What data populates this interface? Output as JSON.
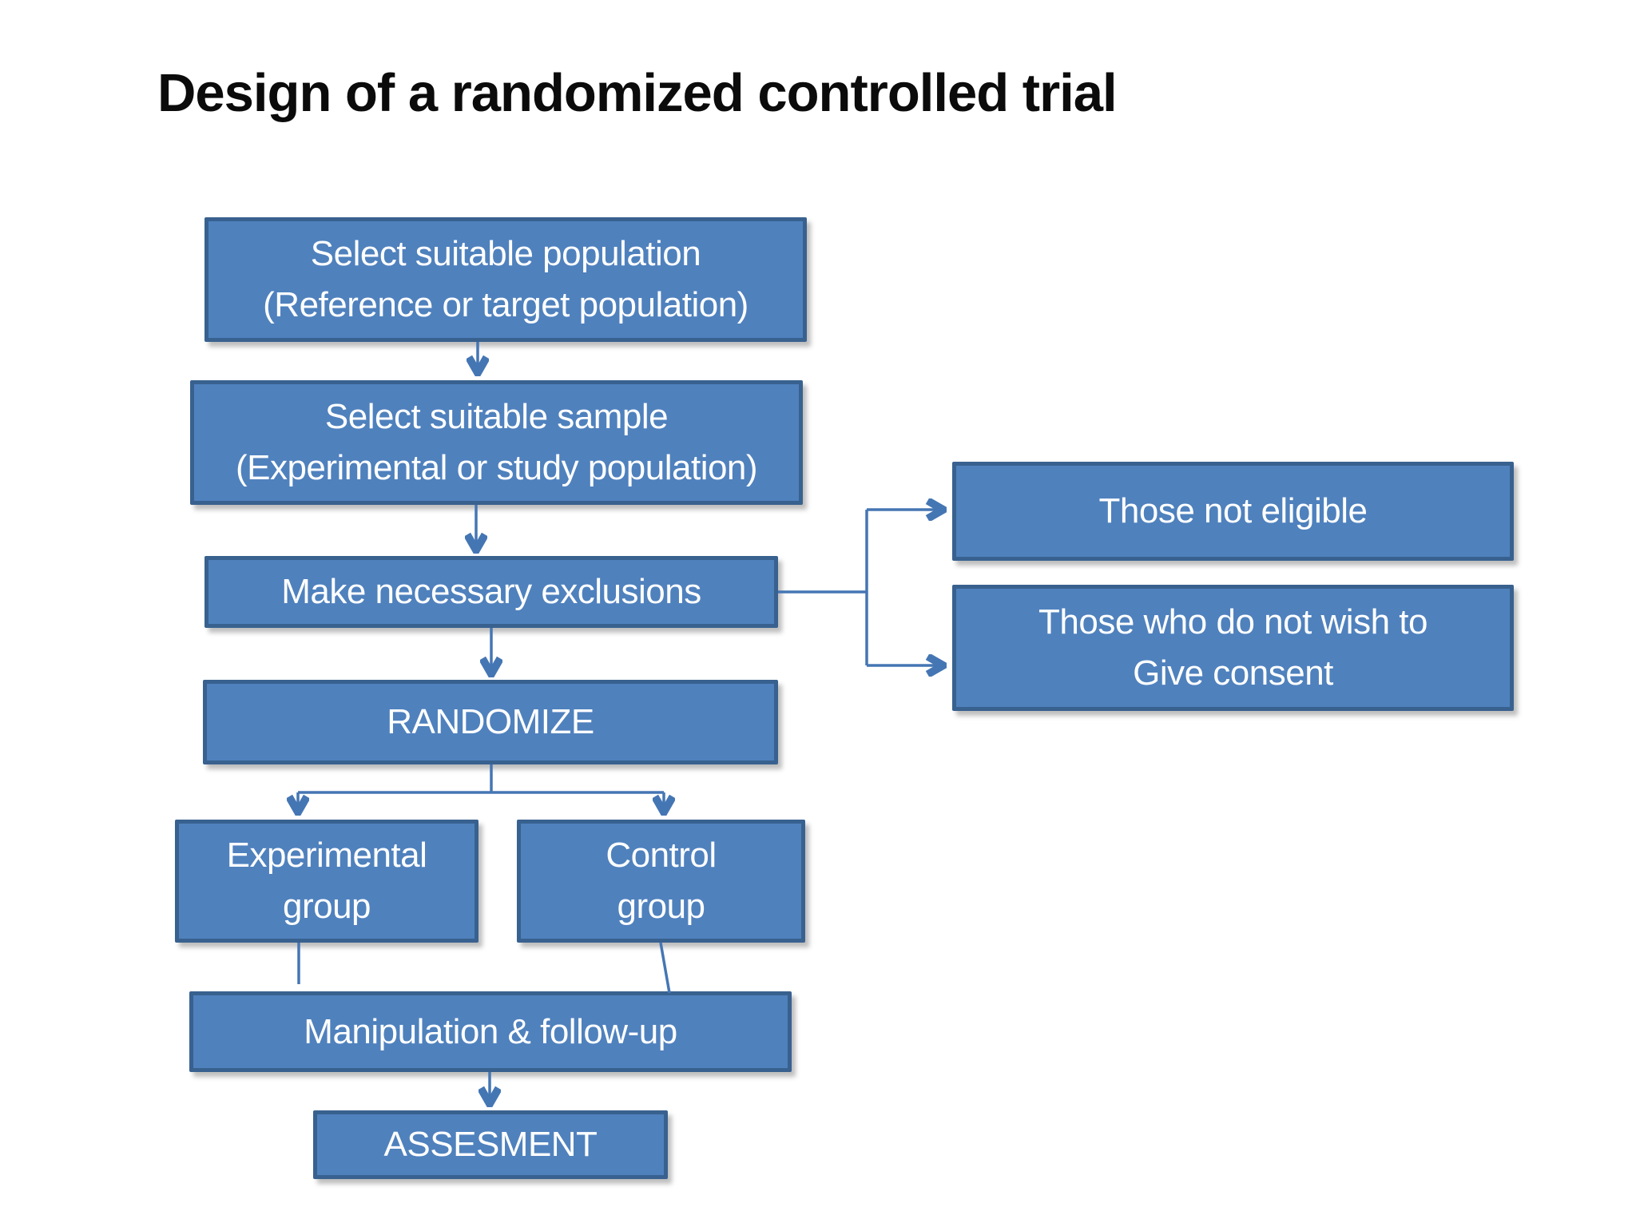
{
  "slide": {
    "title": "Design of a randomized controlled trial"
  },
  "flowchart": {
    "boxes": {
      "population": {
        "lines": [
          "Select suitable population",
          "(Reference or target population)"
        ]
      },
      "sample": {
        "lines": [
          "Select suitable sample",
          "(Experimental or study population)"
        ]
      },
      "exclusions": {
        "lines": [
          "Make necessary exclusions"
        ]
      },
      "not_eligible": {
        "lines": [
          "Those not eligible"
        ]
      },
      "no_consent": {
        "lines": [
          "Those who do not wish to",
          "Give consent"
        ]
      },
      "randomize": {
        "lines": [
          "RANDOMIZE"
        ]
      },
      "experimental": {
        "lines": [
          "Experimental",
          "group"
        ]
      },
      "control": {
        "lines": [
          "Control",
          "group"
        ]
      },
      "manipulation": {
        "lines": [
          "Manipulation & follow-up"
        ]
      },
      "assessment": {
        "lines": [
          "ASSESMENT"
        ]
      }
    },
    "colors": {
      "box_fill": "#4f81bd",
      "box_border": "#38618f",
      "connector": "#4576b4",
      "box_text": "#ffffff",
      "title_text": "#0b0b0b",
      "background": "#ffffff"
    }
  }
}
